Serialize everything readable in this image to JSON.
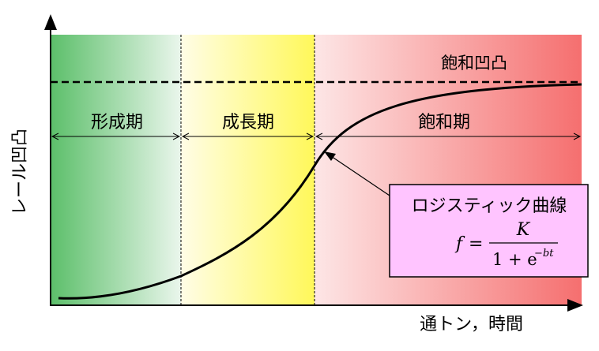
{
  "axes": {
    "y_label": "レール凹凸",
    "x_label": "通トン，時間"
  },
  "phases": [
    {
      "label": "形成期"
    },
    {
      "label": "成長期"
    },
    {
      "label": "飽和期"
    }
  ],
  "saturation_label": "飽和凹凸",
  "callout": {
    "title": "ロジスティック曲線",
    "formula_lhs": "f",
    "formula_eq": "=",
    "formula_num": "K",
    "formula_den_base": "1 + e",
    "formula_den_exp": "−bt"
  },
  "colors": {
    "phase1": "#5cbf6a",
    "phase2": "#fff85a",
    "phase3": "#f56f6f",
    "callout_fill": "#ffc4ff"
  }
}
